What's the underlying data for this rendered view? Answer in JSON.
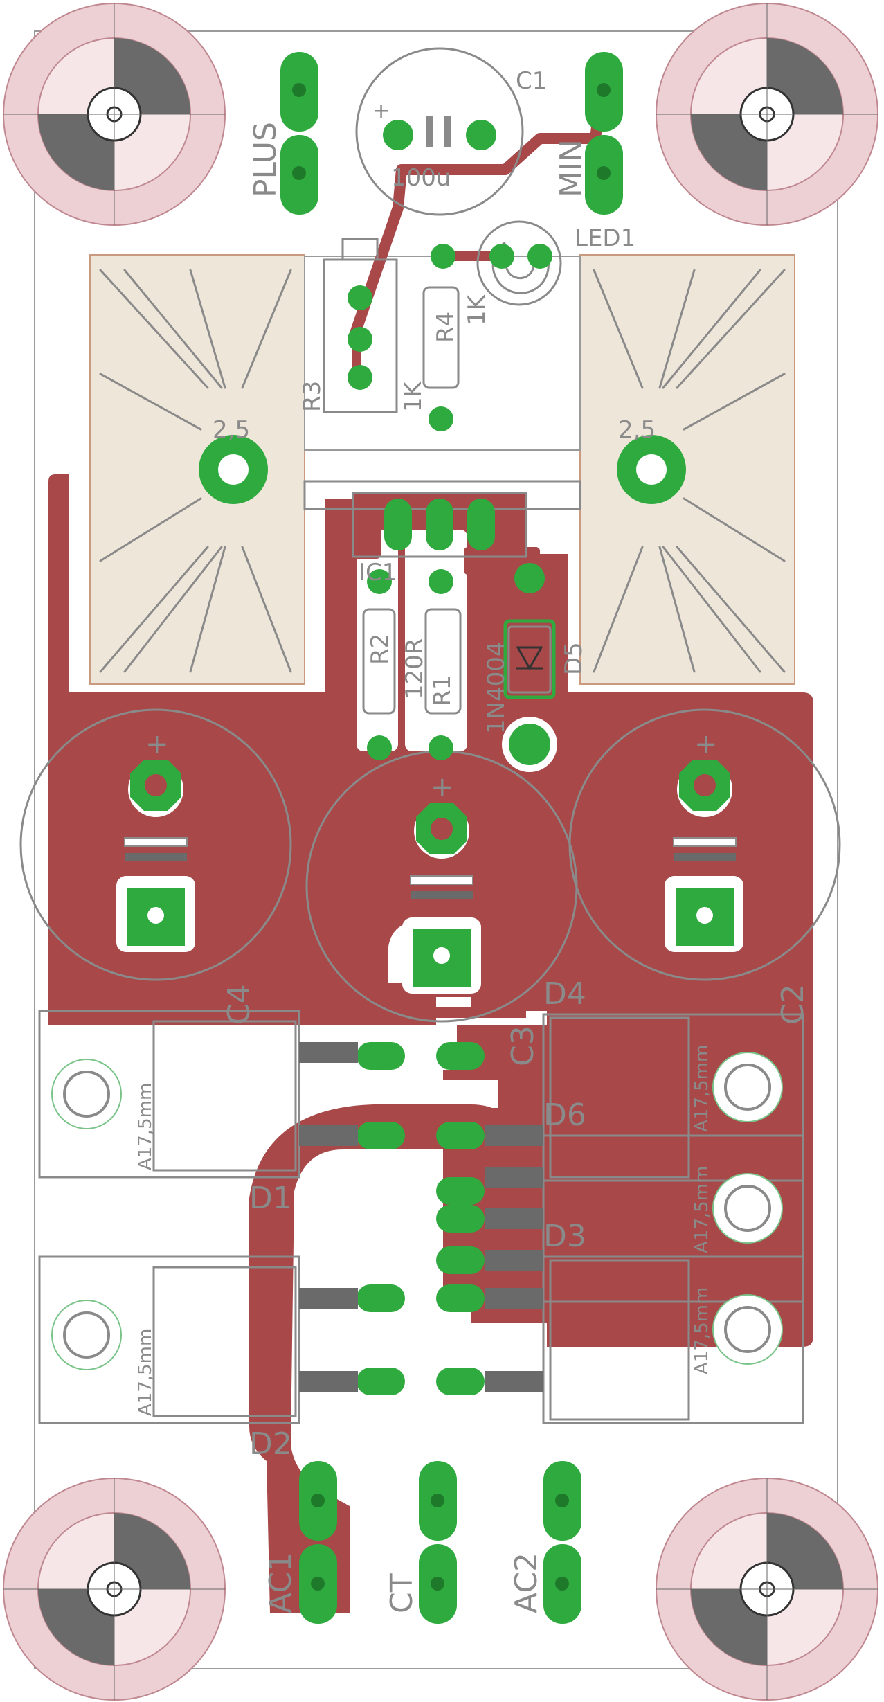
{
  "colors": {
    "copper": "#a84848",
    "pad": "#2eaa3e",
    "pad_dark": "#1e7a2a",
    "silk": "#8a8a8a",
    "heatsink": "#efe6da",
    "mount_ring": "#e8c8cc"
  },
  "labels": {
    "plus": "PLUS",
    "minus": "MIN",
    "c1": "C1",
    "c1_value": "100u",
    "c1_plus": "+",
    "led1": "LED1",
    "r3": "R3",
    "r3_value": "1K",
    "r4": "R4",
    "r4_value": "1K",
    "hs_left": "2,5",
    "hs_right": "2,5",
    "ic1": "IC1",
    "r2": "R2",
    "r2_value": "120R",
    "r1": "R1",
    "d5": "D5",
    "d5_value": "1N4004",
    "cap_plus_left": "+",
    "cap_plus_mid": "+",
    "cap_plus_right": "+",
    "c4": "C4",
    "c3": "C3",
    "c2": "C2",
    "d4": "D4",
    "d6": "D6",
    "d3": "D3",
    "d1": "D1",
    "d2": "D2",
    "diode_a1": "A17,5mm",
    "diode_a2": "A17,5mm",
    "diode_a3": "A17,5mm",
    "diode_a4": "A17,5mm",
    "diode_a5": "A17,5mm",
    "ac1": "AC1",
    "ct": "CT",
    "ac2": "AC2"
  }
}
